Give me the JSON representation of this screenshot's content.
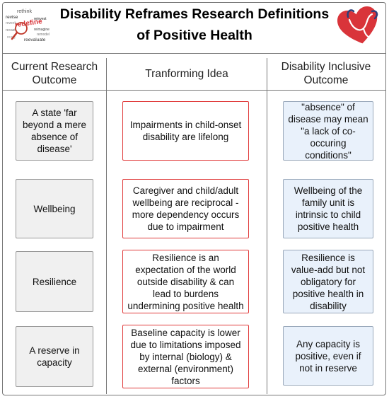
{
  "title": {
    "line1": "Disability Reframes Research Definitions",
    "line2": "of Positive Health"
  },
  "wordcloud": {
    "words": [
      "rethink",
      "revise",
      "redefine",
      "reinvest",
      "reimagine",
      "reevaluate",
      "remodel",
      "reorg",
      "recast",
      "rework"
    ]
  },
  "columns": {
    "current": "Current Research Outcome",
    "idea": "Tranforming Idea",
    "inclusive": "Disability Inclusive Outcome"
  },
  "rows": [
    {
      "current": "A state 'far beyond a mere absence of disease'",
      "idea": "Impairments in child-onset disability are lifelong",
      "inclusive": "\"absence\" of disease may mean \"a lack of co-occuring conditions\""
    },
    {
      "current": "Wellbeing",
      "idea": "Caregiver and child/adult wellbeing are reciprocal - more dependency occurs due to impairment",
      "inclusive": "Wellbeing of the family unit is intrinsic to child positive health"
    },
    {
      "current": "Resilience",
      "idea": "Resilience is an expectation of the world outside disability & can lead to burdens undermining positive health",
      "inclusive": "Resilience is value-add but not obligatory for positive health in disability"
    },
    {
      "current": "A reserve in capacity",
      "idea": "Baseline capacity is lower due to limitations imposed by internal (biology) & external (environment) factors",
      "inclusive": "Any capacity is positive, even if not in reserve"
    }
  ],
  "colors": {
    "idea_border": "#e03b3b",
    "inclusive_bg": "#e9f1fb",
    "current_bg": "#f0f0f0",
    "heart": "#d9343a"
  }
}
